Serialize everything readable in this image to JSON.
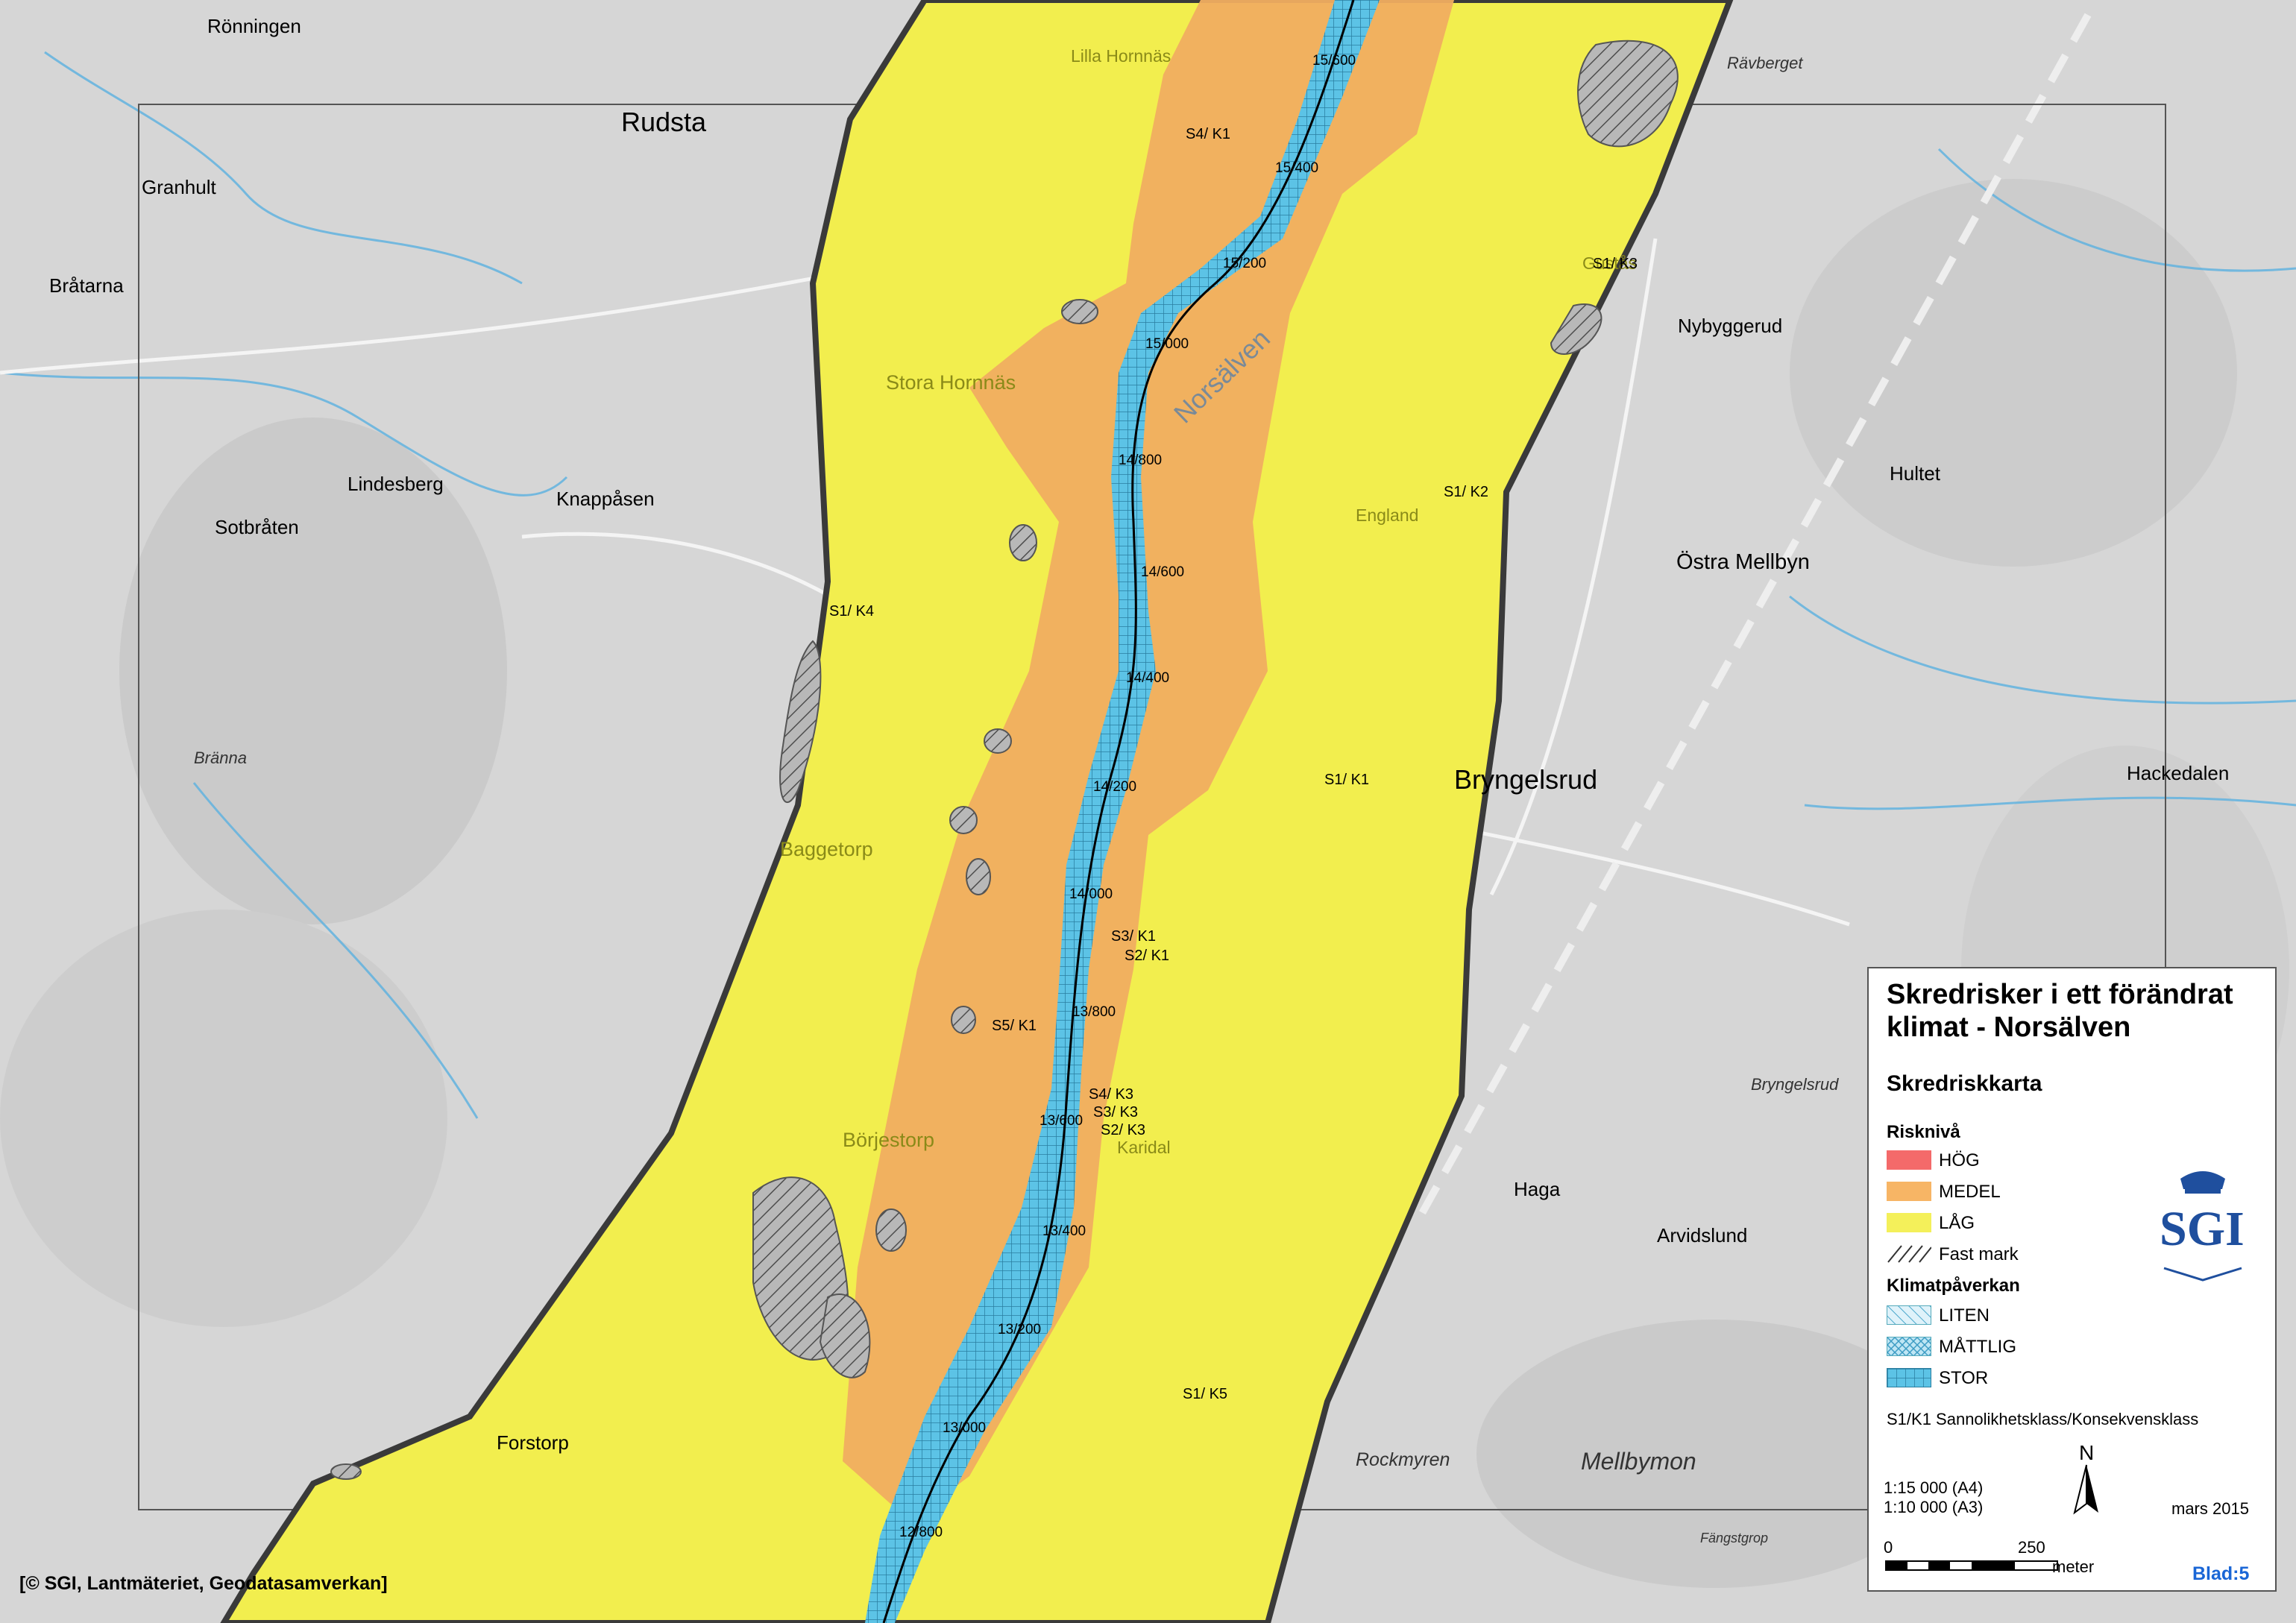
{
  "places": [
    {
      "name": "Rönningen"
    },
    {
      "name": "Rudsta"
    },
    {
      "name": "Granhult"
    },
    {
      "name": "Bråtarna"
    },
    {
      "name": "Lindesberg"
    },
    {
      "name": "Knappåsen"
    },
    {
      "name": "Sotbråten"
    },
    {
      "name": "Bränna"
    },
    {
      "name": "Lilla Hornnäs"
    },
    {
      "name": "Stora Hornnäs"
    },
    {
      "name": "Norsälven"
    },
    {
      "name": "Baggetorp"
    },
    {
      "name": "Börjestorp"
    },
    {
      "name": "Forstorp"
    },
    {
      "name": "Karidal"
    },
    {
      "name": "Rävberget"
    },
    {
      "name": "Gustås"
    },
    {
      "name": "Nybyggerud"
    },
    {
      "name": "Hultet"
    },
    {
      "name": "England"
    },
    {
      "name": "Östra Mellbyn"
    },
    {
      "name": "Bryngelsrud"
    },
    {
      "name": "Hackedalen"
    },
    {
      "name": "Bryngelsrud"
    },
    {
      "name": "Haga"
    },
    {
      "name": "Arvidslund"
    },
    {
      "name": "Rockmyren"
    },
    {
      "name": "Mellbymon"
    },
    {
      "name": "Fängstgrop"
    }
  ],
  "chainage": [
    "15/600",
    "15/400",
    "15/200",
    "15/000",
    "14/800",
    "14/600",
    "14/400",
    "14/200",
    "14/000",
    "13/800",
    "13/600",
    "13/400",
    "13/200",
    "13/000",
    "12/800"
  ],
  "risk_labels": [
    "S4/ K1",
    "S1/ K3",
    "S1/ K2",
    "S1/ K4",
    "S1/ K1",
    "S3/ K1",
    "S2/ K1",
    "S5/ K1",
    "S4/ K3",
    "S3/ K3",
    "S2/ K3",
    "S1/ K5"
  ],
  "copyright": "[© SGI, Lantmäteriet, Geodatasamverkan]",
  "legend": {
    "title_line1": "Skredrisker i ett förändrat",
    "title_line2": "klimat -  Norsälven",
    "subtitle": "Skredriskkarta",
    "risk_heading": "Risknivå",
    "risk_items": [
      {
        "label": "HÖG",
        "color": "#f46a6a"
      },
      {
        "label": "MEDEL",
        "color": "#f7b565"
      },
      {
        "label": "LÅG",
        "color": "#f4f05a"
      },
      {
        "label": "Fast mark",
        "color": "#ffffff"
      }
    ],
    "climate_heading": "Klimatpåverkan",
    "climate_items": [
      {
        "label": "LITEN"
      },
      {
        "label": "MÅTTLIG"
      },
      {
        "label": "STOR"
      }
    ],
    "class_note": "S1/K1 Sannolikhetsklass/Konsekvensklass",
    "north": "N",
    "scale_a4": "1:15 000 (A4)",
    "scale_a3": "1:10 000 (A3)",
    "date": "mars 2015",
    "scalebar_0": "0",
    "scalebar_250": "250",
    "scalebar_unit": "meter",
    "logo_text": "SGI",
    "sheet": "Blad:5"
  },
  "colors": {
    "low": "#f2ee4e",
    "medium": "#f0ad60",
    "high": "#f46a6a",
    "river": "#5cc3e6",
    "boundary": "#3a3a3a"
  }
}
